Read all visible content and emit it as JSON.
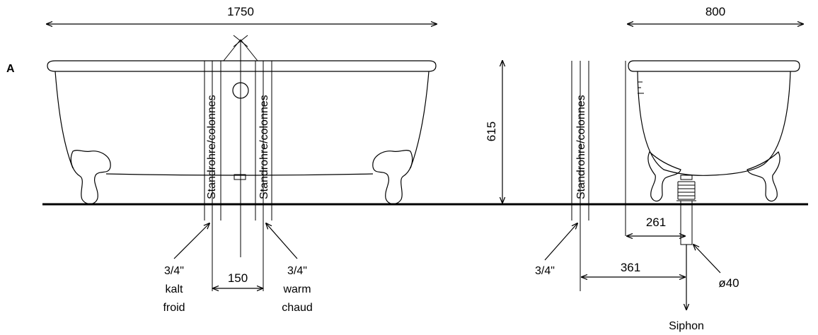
{
  "view_label": "A",
  "dims": {
    "width_front": "1750",
    "width_side": "800",
    "height": "615",
    "pipe_spacing": "150",
    "side_offset_1": "261",
    "side_offset_2": "361",
    "drain_diameter": "ø40"
  },
  "pipes": {
    "standpipe_label": "Standrohre/colonnes",
    "cold_size": "3/4\"",
    "cold_de": "kalt",
    "cold_fr": "froid",
    "warm_size": "3/4\"",
    "warm_de": "warm",
    "warm_fr": "chaud",
    "side_size": "3/4\""
  },
  "drain": {
    "label": "Siphon"
  }
}
